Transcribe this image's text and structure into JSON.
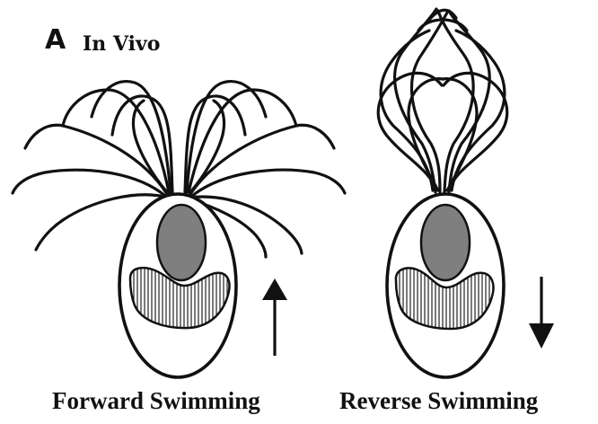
{
  "panel": {
    "letter": "A",
    "subtitle": "In Vivo"
  },
  "cells": [
    {
      "caption": "Forward Swimming",
      "arrow_direction": "up"
    },
    {
      "caption": "Reverse Swimming",
      "arrow_direction": "down"
    }
  ],
  "colors": {
    "ink": "#111111",
    "nucleus_fill": "#7f7f7f",
    "background": "#ffffff"
  }
}
